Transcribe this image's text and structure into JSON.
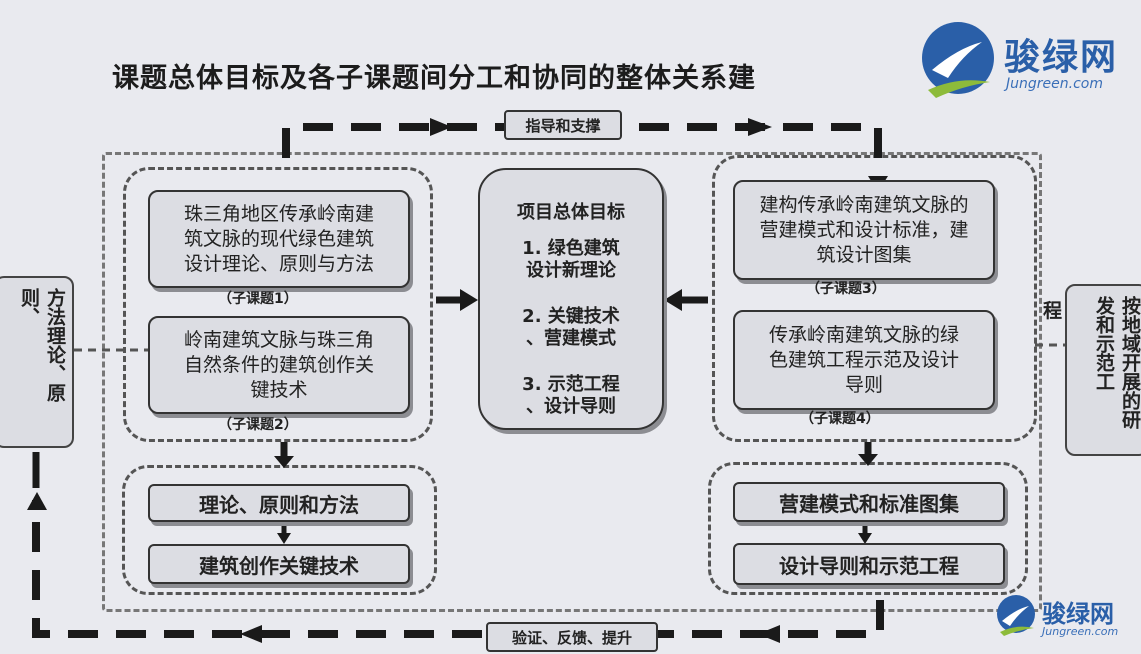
{
  "title": "课题总体目标及各子课题间分工和协同的整体关系建",
  "top_label": "指导和支撑",
  "bottom_label": "验证、反馈、提升",
  "center": {
    "heading": "项目总体目标",
    "items": [
      "1. 绿色建筑",
      "设计新理论",
      "2. 关键技术",
      "、营建模式",
      "3. 示范工程",
      "、设计导则"
    ]
  },
  "left": {
    "box1": [
      "珠三角地区传承岭南建",
      "筑文脉的现代绿色建筑",
      "设计理论、原则与方法"
    ],
    "sub1": "（子课题1）",
    "box2": [
      "岭南建筑文脉与珠三角",
      "自然条件的建筑创作关",
      "键技术"
    ],
    "sub2": "（子课题2）",
    "out1": "理论、原则和方法",
    "out2": "建筑创作关键技术"
  },
  "right": {
    "box3": [
      "建构传承岭南建筑文脉的",
      "营建模式和设计标准，建",
      "筑设计图集"
    ],
    "sub3": "（子课题3）",
    "box4": [
      "传承岭南建筑文脉的绿",
      "色建筑工程示范及设计",
      "导则"
    ],
    "sub4": "（子课题4）",
    "out1": "营建模式和标准图集",
    "out2": "设计导则和示范工程"
  },
  "side_left": "方法理论、原则、",
  "side_right_partial": "程",
  "side_right": "按地域开展的研发和示范工",
  "logo": {
    "name": "骏绿网",
    "url": "Jungreen.com",
    "small_url": "Jungreen.com"
  },
  "colors": {
    "background": "#e9eaef",
    "box_fill": "#dcdde3",
    "line": "#1a1a1a",
    "logo_blue": "#2a5fa8",
    "logo_green": "#8dbb3a"
  }
}
